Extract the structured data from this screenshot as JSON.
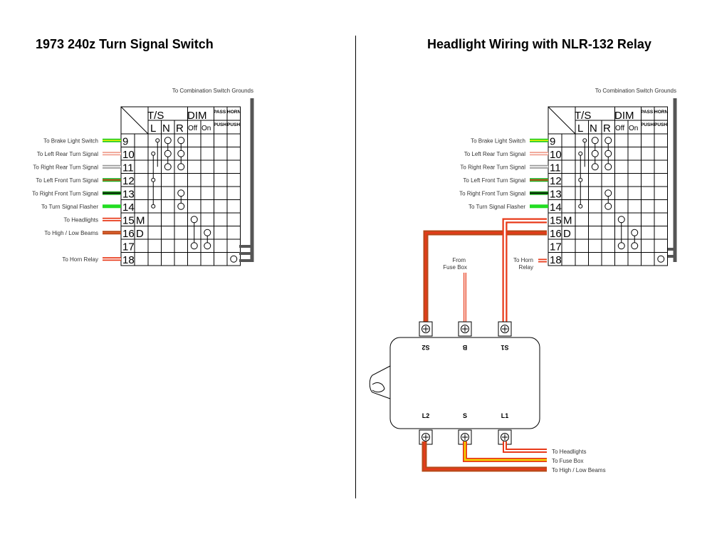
{
  "left": {
    "title": "1973 240z Turn Signal Switch",
    "ground_label": "To Combination Switch Grounds",
    "header": {
      "ts": "T/S",
      "dim": "DIM",
      "pass": "PASS",
      "horn": "HORN",
      "l": "L",
      "n": "N",
      "r": "R",
      "off": "Off",
      "on": "On",
      "push1": "PUSH",
      "push2": "PUSH"
    },
    "rows": [
      {
        "num": "9",
        "label": "To Brake Light Switch",
        "letter": ""
      },
      {
        "num": "10",
        "label": "To Left Rear Turn Signal",
        "letter": ""
      },
      {
        "num": "11",
        "label": "To Right Rear Turn Signal",
        "letter": ""
      },
      {
        "num": "12",
        "label": "To Left Front Turn Signal",
        "letter": ""
      },
      {
        "num": "13",
        "label": "To Right Front Turn Signal",
        "letter": ""
      },
      {
        "num": "14",
        "label": "To Turn Signal Flasher",
        "letter": ""
      },
      {
        "num": "15",
        "label": "To Headlights",
        "letter": "M"
      },
      {
        "num": "16",
        "label": "To High / Low Beams",
        "letter": "D"
      },
      {
        "num": "17",
        "label": "",
        "letter": ""
      },
      {
        "num": "18",
        "label": "To Horn Relay",
        "letter": ""
      }
    ]
  },
  "right": {
    "title": "Headlight Wiring with NLR-132 Relay",
    "ground_label": "To Combination Switch Grounds",
    "header": {
      "ts": "T/S",
      "dim": "DIM",
      "pass": "PASS",
      "horn": "HORN",
      "l": "L",
      "n": "N",
      "r": "R",
      "off": "Off",
      "on": "On",
      "push1": "PUSH",
      "push2": "PUSH"
    },
    "rows": [
      {
        "num": "9",
        "label": "To Brake Light Switch",
        "letter": ""
      },
      {
        "num": "10",
        "label": "To Left Rear Turn Signal",
        "letter": ""
      },
      {
        "num": "11",
        "label": "To Right Rear Turn Signal",
        "letter": ""
      },
      {
        "num": "12",
        "label": "To Left Front Turn Signal",
        "letter": ""
      },
      {
        "num": "13",
        "label": "To Right Front Turn Signal",
        "letter": ""
      },
      {
        "num": "14",
        "label": "To Turn Signal Flasher",
        "letter": ""
      },
      {
        "num": "15",
        "label": "",
        "letter": "M"
      },
      {
        "num": "16",
        "label": "",
        "letter": "D"
      },
      {
        "num": "17",
        "label": "",
        "letter": ""
      },
      {
        "num": "18",
        "label": "",
        "letter": ""
      }
    ],
    "horn_relay_label": [
      "To Horn",
      "Relay"
    ],
    "fuse_box_label": [
      "From",
      "Fuse Box"
    ],
    "relay": {
      "top_terminals": [
        "S2",
        "B",
        "S1"
      ],
      "bottom_terminals": [
        "L2",
        "S",
        "L1"
      ]
    },
    "outputs": [
      "To Headlights",
      "To Fuse Box",
      "To High / Low Beams"
    ]
  },
  "colors": {
    "green": "#22cc22",
    "brown": "#b84a1a",
    "red": "#e83a1a",
    "yellow": "#f2d500",
    "white": "#ffffff",
    "grey": "#9a9a9a",
    "grid": "#000000"
  },
  "wire_colors": [
    "green-yellow",
    "white-red",
    "white-grey",
    "green-red",
    "green-black",
    "green",
    "red-white",
    "brown-red",
    "",
    "red-white"
  ]
}
